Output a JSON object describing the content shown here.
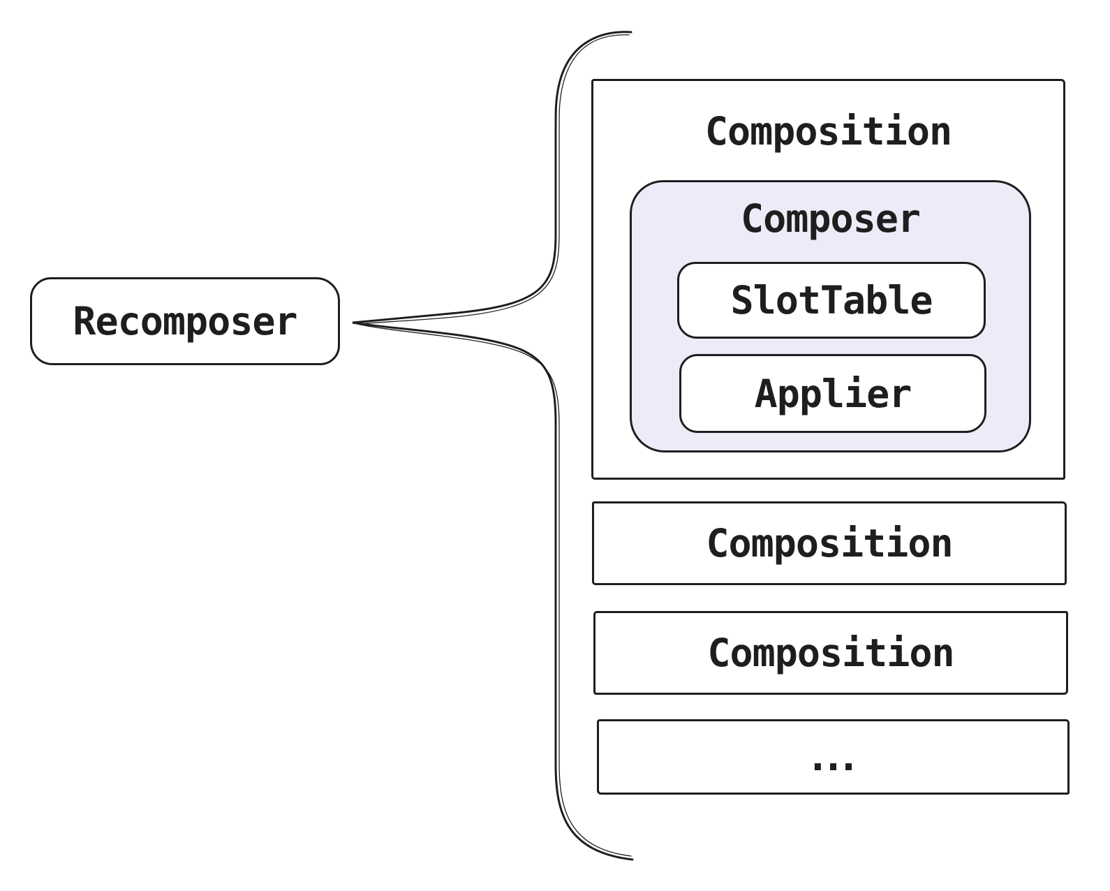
{
  "nodes": {
    "recomposer": {
      "label": "Recomposer"
    },
    "composition_main": {
      "label": "Composition"
    },
    "composer": {
      "label": "Composer"
    },
    "slot_table": {
      "label": "SlotTable"
    },
    "applier": {
      "label": "Applier"
    },
    "composition_2": {
      "label": "Composition"
    },
    "composition_3": {
      "label": "Composition"
    },
    "ellipsis": {
      "label": "..."
    }
  },
  "colors": {
    "stroke": "#1e1e1e",
    "composer_fill": "#ececf8",
    "background": "#ffffff"
  }
}
